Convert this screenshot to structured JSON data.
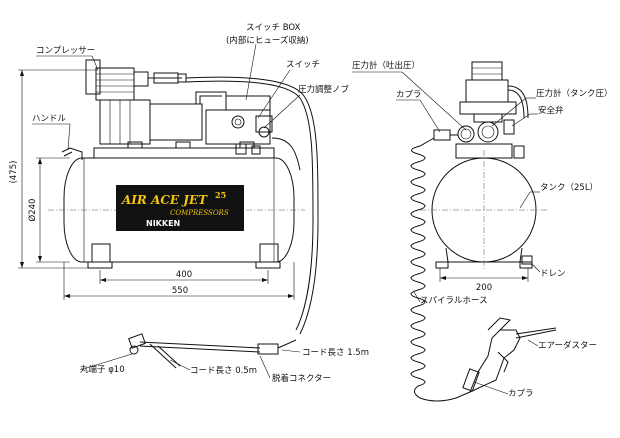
{
  "labels": {
    "compressor": "コンプレッサー",
    "switch_box": "スイッチ BOX",
    "switch_box_note": "(内部にヒューズ収納)",
    "switch": "スイッチ",
    "pressure_knob": "圧力調整ノブ",
    "handle": "ハンドル",
    "cord_length_long": "コード長さ 1.5m",
    "round_terminal": "丸端子 φ10",
    "cord_length_short": "コード長さ 0.5m",
    "detach_connector": "脱着コネクター",
    "pressure_gauge_out": "圧力計（吐出圧）",
    "coupler_top": "カプラ",
    "pressure_gauge_tank": "圧力計（タンク圧）",
    "safety_valve": "安全弁",
    "tank": "タンク（25L）",
    "drain": "ドレン",
    "spiral_hose": "スパイラルホース",
    "air_duster": "エアーダスター",
    "coupler_bottom": "カプラ"
  },
  "dimensions": {
    "height_total": "(475)",
    "tank_dia": "Ø240",
    "length_400": "400",
    "length_550": "550",
    "width_200": "200"
  },
  "logo": {
    "line1": "AIR ACE JET",
    "num": "25",
    "line2": "COMPRESSORS",
    "line3": "NIKKEN"
  }
}
